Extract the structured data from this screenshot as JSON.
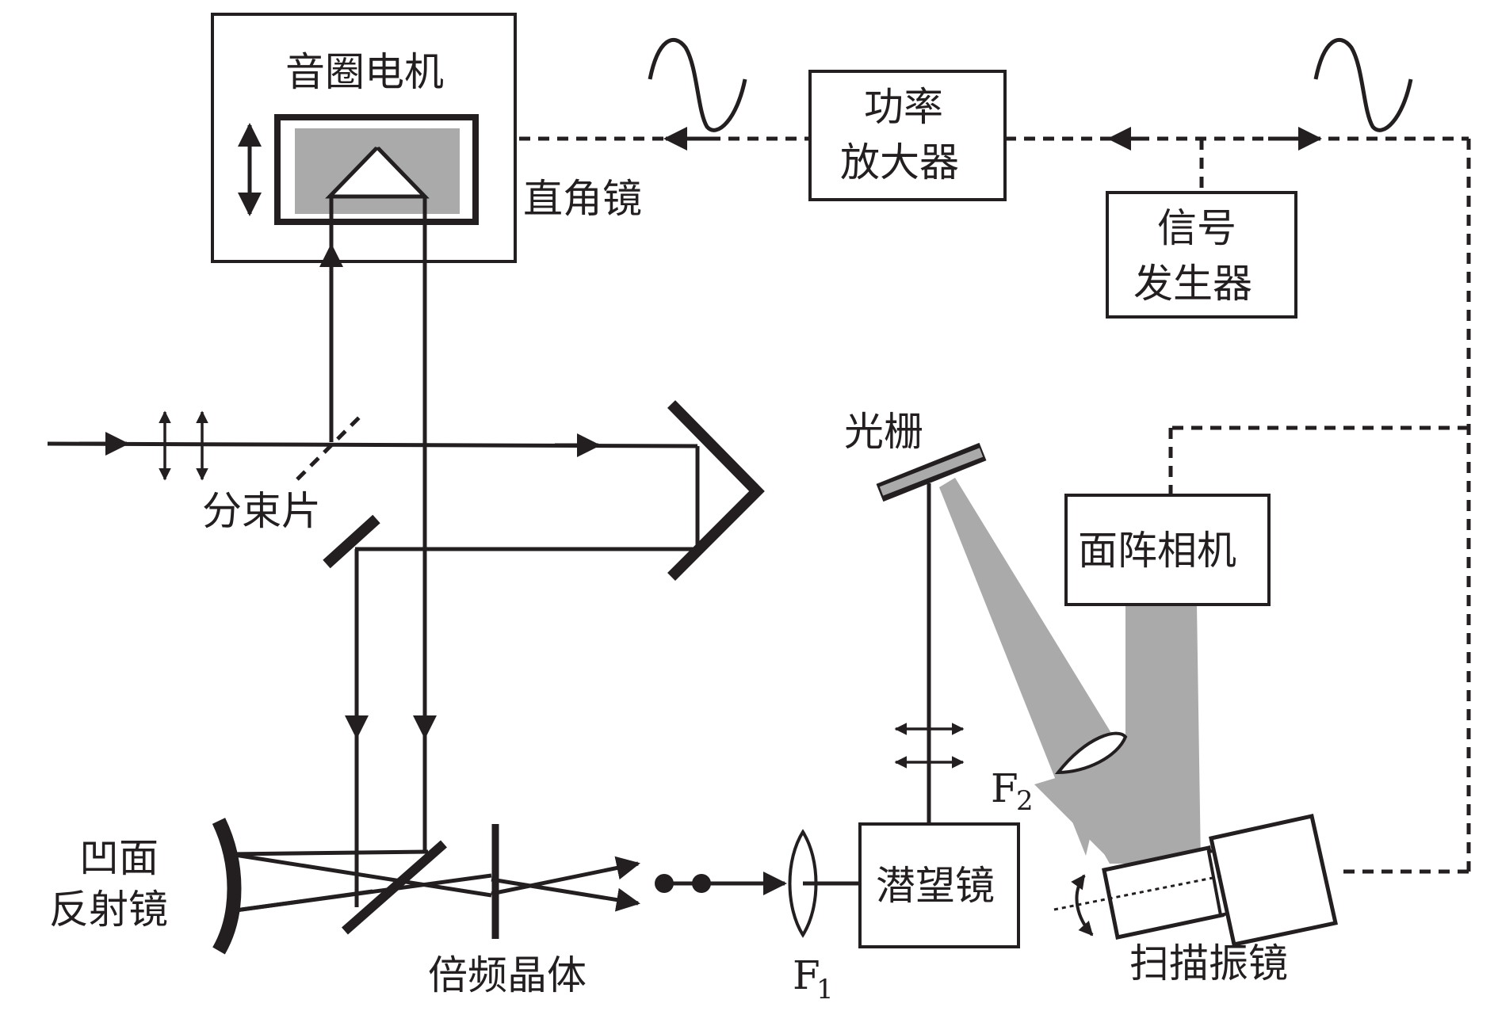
{
  "labels": {
    "voice_coil_motor": "音圈电机",
    "corner_cube": "直角镜",
    "power_amplifier_l1": "功率",
    "power_amplifier_l2": "放大器",
    "signal_generator_l1": "信号",
    "signal_generator_l2": "发生器",
    "beam_splitter": "分束片",
    "grating": "光栅",
    "area_camera": "面阵相机",
    "concave_mirror_l1": "凹面",
    "concave_mirror_l2": "反射镜",
    "frequency_doubling_crystal": "倍频晶体",
    "lens_f1": "F",
    "lens_f1_sub": "1",
    "lens_f2": "F",
    "lens_f2_sub": "2",
    "periscope": "潜望镜",
    "scanning_galvo": "扫描振镜"
  },
  "colors": {
    "ink": "#231f20",
    "camera_beam_gray": "#a9aaa9",
    "background": "#ffffff"
  }
}
